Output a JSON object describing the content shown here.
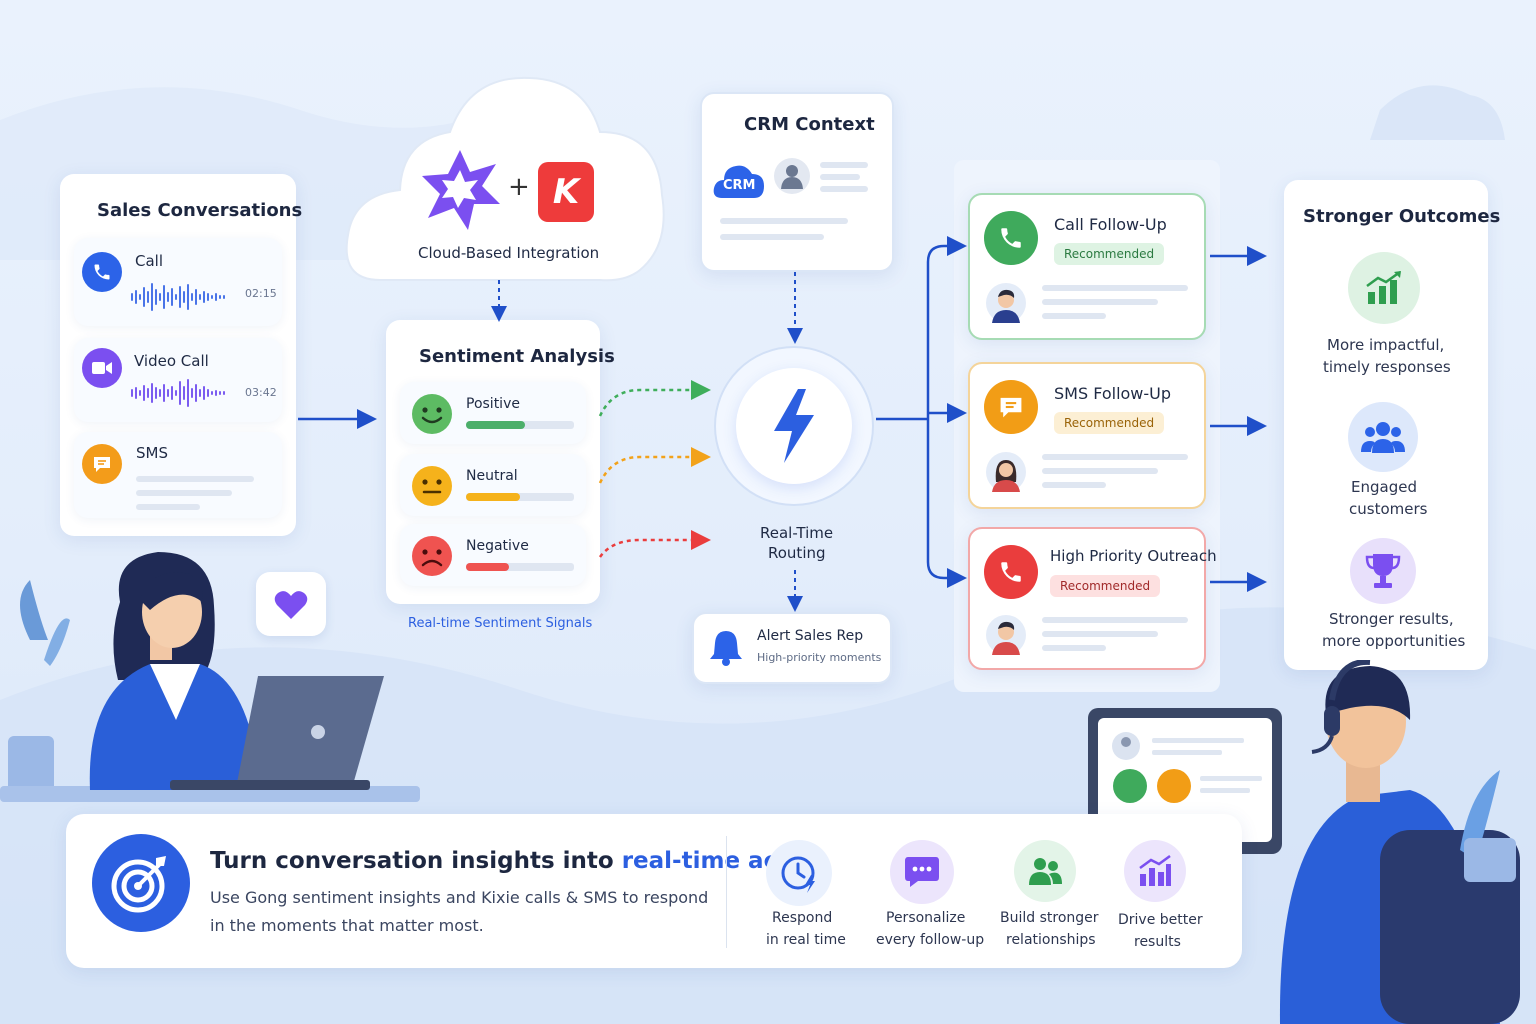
{
  "sales_conversations": {
    "title": "Sales Conversations",
    "items": [
      {
        "label": "Call",
        "duration": "02:15"
      },
      {
        "label": "Video Call",
        "duration": "03:42"
      },
      {
        "label": "SMS"
      }
    ]
  },
  "cloud": {
    "label": "Cloud-Based Integration",
    "plus": "+",
    "kixie_letter": "K"
  },
  "crm": {
    "title": "CRM Context",
    "badge": "CRM"
  },
  "sentiment": {
    "title": "Sentiment Analysis",
    "items": [
      {
        "label": "Positive",
        "level": 0.55,
        "color": "#4caf6a"
      },
      {
        "label": "Neutral",
        "level": 0.5,
        "color": "#f5b21b"
      },
      {
        "label": "Negative",
        "level": 0.4,
        "color": "#ef5350"
      }
    ],
    "caption": "Real-time Sentiment Signals"
  },
  "routing": {
    "label_line1": "Real-Time",
    "label_line2": "Routing"
  },
  "alert": {
    "title": "Alert Sales Rep",
    "subtitle": "High-priority moments"
  },
  "followups": [
    {
      "title": "Call Follow-Up",
      "badge": "Recommended",
      "color": "#3faa5c"
    },
    {
      "title": "SMS Follow-Up",
      "badge": "Recommended",
      "color": "#f29d16"
    },
    {
      "title": "High Priority Outreach",
      "badge": "Recommended",
      "color": "#ea3d3d"
    }
  ],
  "outcomes": {
    "title": "Stronger Outcomes",
    "items": [
      {
        "line1": "More impactful,",
        "line2": "timely responses"
      },
      {
        "line1": "Engaged",
        "line2": "customers"
      },
      {
        "line1": "Stronger results,",
        "line2": "more opportunities"
      }
    ]
  },
  "banner": {
    "headline_prefix": "Turn conversation insights into ",
    "headline_highlight": "real-time action",
    "body_line1": "Use Gong sentiment insights and Kixie calls & SMS to respond",
    "body_line2": "in the moments that matter most.",
    "features": [
      {
        "line1": "Respond",
        "line2": "in real time"
      },
      {
        "line1": "Personalize",
        "line2": "every follow-up"
      },
      {
        "line1": "Build stronger",
        "line2": "relationships"
      },
      {
        "line1": "Drive better",
        "line2": "results"
      }
    ]
  },
  "colors": {
    "primary": "#2c5fe0",
    "positive": "#4caf6a",
    "neutral": "#f5b21b",
    "negative": "#ef5350",
    "purple": "#7b4ff0"
  }
}
